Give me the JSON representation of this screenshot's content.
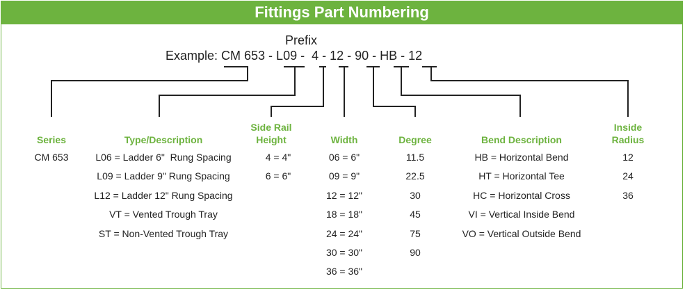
{
  "title": "Fittings Part Numbering",
  "prefix_label": "Prefix",
  "example_text": "Example: CM 653 - L09 -  4 - 12 - 90 - HB - 12",
  "colors": {
    "accent": "#6db33f",
    "text": "#222222"
  },
  "columns": [
    {
      "id": "series",
      "header": "Series",
      "items": [
        "CM 653"
      ]
    },
    {
      "id": "type",
      "header": "Type/Description",
      "items": [
        "L06 = Ladder 6\"  Rung Spacing",
        "L09 = Ladder 9\" Rung Spacing",
        "L12 = Ladder 12\" Rung Spacing",
        "VT = Vented Trough Tray",
        "ST = Non-Vented Trough Tray"
      ]
    },
    {
      "id": "siderail",
      "header": "Side Rail Height",
      "header_lines": [
        "Side Rail",
        "Height"
      ],
      "items": [
        "4 = 4\"",
        "6 = 6\""
      ]
    },
    {
      "id": "width",
      "header": "Width",
      "items": [
        "06 = 6\"",
        "09 = 9\"",
        "12 = 12\"",
        "18 = 18\"",
        "24 = 24\"",
        "30 = 30\"",
        "36 = 36\""
      ]
    },
    {
      "id": "degree",
      "header": "Degree",
      "items": [
        "11.5",
        "22.5",
        "30",
        "45",
        "75",
        "90"
      ]
    },
    {
      "id": "bend",
      "header": "Bend Description",
      "items": [
        "HB = Horizontal Bend",
        "HT = Horizontal Tee",
        "HC = Horizontal Cross",
        "VI = Vertical Inside Bend",
        "VO = Vertical Outside Bend"
      ]
    },
    {
      "id": "radius",
      "header": "Inside Radius",
      "header_lines": [
        "Inside",
        "Radius"
      ],
      "items": [
        "12",
        "24",
        "36"
      ]
    }
  ]
}
